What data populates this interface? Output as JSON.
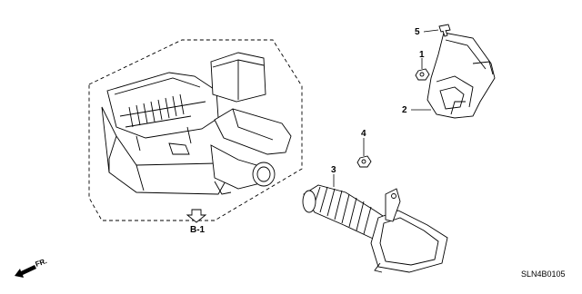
{
  "diagram": {
    "callouts": [
      {
        "id": "c5",
        "text": "5"
      },
      {
        "id": "c1",
        "text": "1"
      },
      {
        "id": "c2",
        "text": "2"
      },
      {
        "id": "c4",
        "text": "4"
      },
      {
        "id": "c3",
        "text": "3"
      }
    ],
    "reference_label": "B-1",
    "direction_label": "FR.",
    "drawing_code": "SLN4B0105"
  }
}
